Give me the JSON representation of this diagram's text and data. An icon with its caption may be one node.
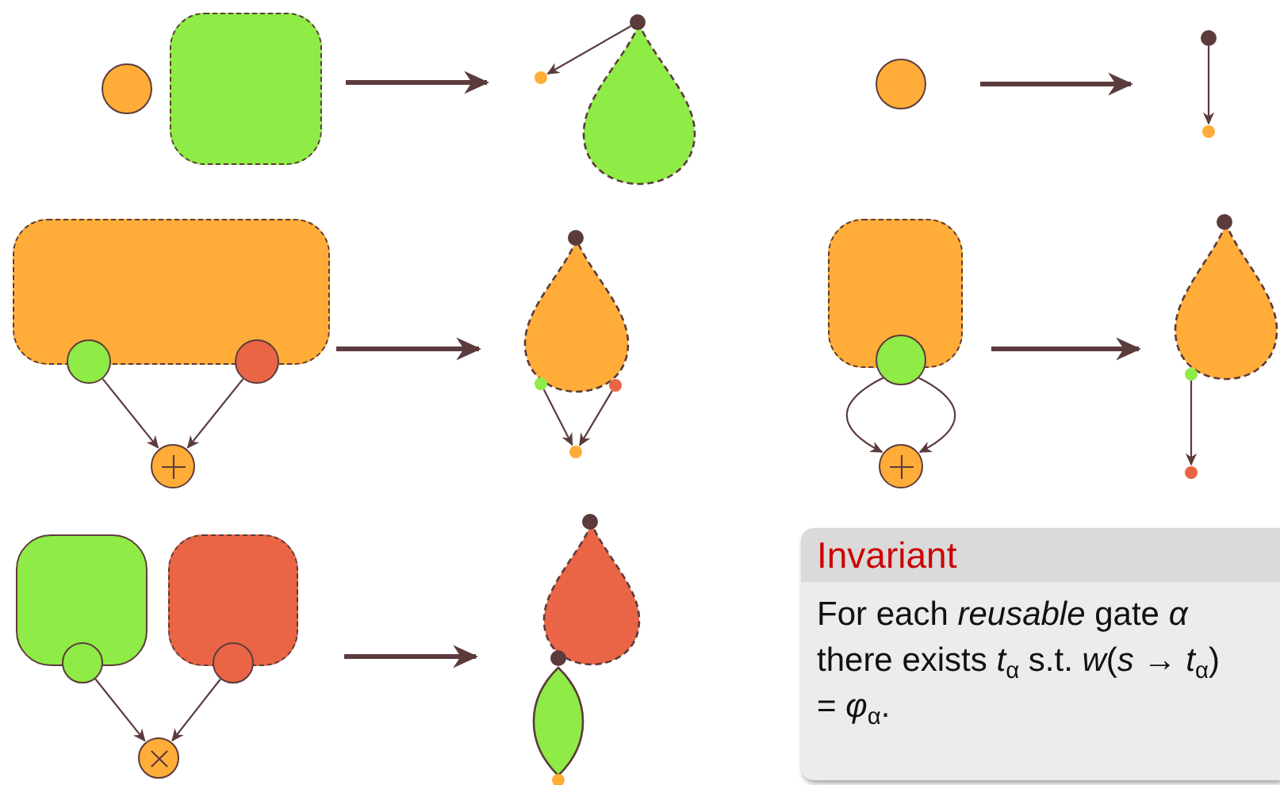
{
  "diagram": {
    "nodes": [
      {
        "text": [],
        "shape": "circle"
      },
      {
        "text": [],
        "shape": "box"
      },
      {
        "text": [],
        "shape": "drop"
      },
      {
        "text": [],
        "shape": "circle"
      },
      {
        "text": [],
        "shape": "circle"
      },
      {
        "text": [],
        "shape": "circle"
      },
      {
        "text": [],
        "shape": "circle"
      },
      {
        "text": [],
        "shape": "circle"
      },
      {
        "text": [],
        "shape": "box"
      },
      {
        "text": [],
        "shape": "circle"
      },
      {
        "text": [],
        "shape": "circle"
      },
      {
        "text": [],
        "shape": "circle"
      },
      {
        "text": [],
        "shape": "drop"
      },
      {
        "text": [],
        "shape": "circle"
      },
      {
        "text": [],
        "shape": "circle"
      },
      {
        "text": [],
        "shape": "circle"
      },
      {
        "text": [],
        "shape": "circle"
      },
      {
        "text": [],
        "shape": "box"
      },
      {
        "text": [],
        "shape": "circle"
      },
      {
        "text": [],
        "shape": "circle"
      },
      {
        "text": [],
        "shape": "drop"
      },
      {
        "text": [],
        "shape": "circle"
      },
      {
        "text": [],
        "shape": "circle"
      },
      {
        "text": [],
        "shape": "circle"
      },
      {
        "text": [],
        "shape": "box"
      },
      {
        "text": [],
        "shape": "box"
      },
      {
        "text": [],
        "shape": "circle"
      },
      {
        "text": [],
        "shape": "circle"
      },
      {
        "text": [],
        "shape": "circle"
      },
      {
        "text": [],
        "shape": "drop"
      },
      {
        "text": [],
        "shape": "circle"
      },
      {
        "text": [],
        "shape": "circle"
      },
      {
        "text": [],
        "shape": "leaf"
      },
      {
        "text": [],
        "shape": "circle"
      },
      {
        "text": [
          "Invariant",
          "For each *reusable* gate *α* there exists *t*$_{α}$ s.t. *w*(*s* → *t*$_{α}$) = *φ*$_{α}$."
        ]
      }
    ],
    "edges": [
      {
        "from": 1,
        "to": 4,
        "arrow": "to",
        "style": "thick"
      },
      {
        "from": 3,
        "to": 4,
        "arrow": "to"
      },
      {
        "from": 5,
        "to": 6,
        "arrow": "to",
        "style": "thick"
      },
      {
        "from": 6,
        "to": 7,
        "arrow": "to"
      },
      {
        "from": 9,
        "to": 11,
        "arrow": "to"
      },
      {
        "from": 10,
        "to": 11,
        "arrow": "to"
      },
      {
        "from": 8,
        "to": 12,
        "arrow": "to",
        "style": "thick"
      },
      {
        "from": 14,
        "to": 16,
        "arrow": "to"
      },
      {
        "from": 15,
        "to": 16,
        "arrow": "to"
      },
      {
        "from": 18,
        "to": 19,
        "arrow": "to"
      },
      {
        "from": 18,
        "to": 19,
        "arrow": "to"
      },
      {
        "from": 17,
        "to": 20,
        "arrow": "to",
        "style": "thick"
      },
      {
        "from": 22,
        "to": 23,
        "arrow": "to"
      },
      {
        "from": 26,
        "to": 28,
        "arrow": "to"
      },
      {
        "from": 27,
        "to": 28,
        "arrow": "to"
      },
      {
        "from": 25,
        "to": 29,
        "arrow": "to",
        "style": "thick"
      }
    ]
  }
}
